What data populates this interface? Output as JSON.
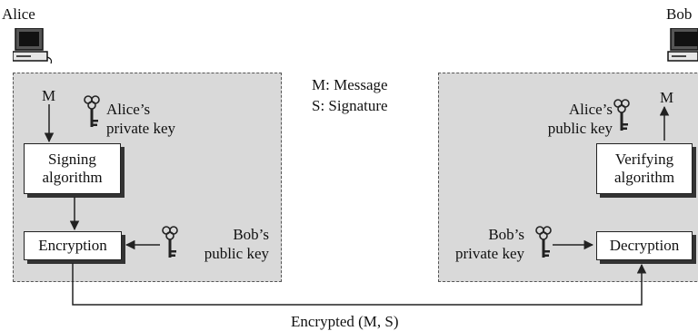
{
  "parties": {
    "sender": "Alice",
    "receiver": "Bob"
  },
  "legend": {
    "message": "M: Message",
    "signature": "S: Signature"
  },
  "alice_side": {
    "message_label": "M",
    "private_key_label": "Alice’s\nprivate key",
    "signing_box": "Signing\nalgorithm",
    "encryption_box": "Encryption",
    "public_key_label": "Bob’s\npublic key"
  },
  "bob_side": {
    "public_key_label": "Alice’s\npublic key",
    "message_label": "M",
    "verifying_box": "Verifying\nalgorithm",
    "private_key_label": "Bob’s\nprivate key",
    "decryption_box": "Decryption"
  },
  "channel_label": "Encrypted (M, S)",
  "icons": [
    "computer-icon",
    "key-icon"
  ],
  "colors": {
    "zone_fill": "#d9d9d9",
    "zone_border": "#555555",
    "line": "#222222"
  }
}
